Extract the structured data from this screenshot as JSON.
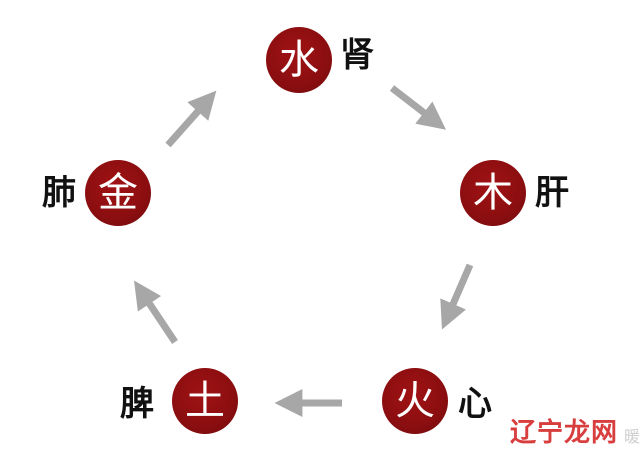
{
  "elements": {
    "water": {
      "char": "水",
      "organ": "肾"
    },
    "wood": {
      "char": "木",
      "organ": "肝"
    },
    "fire": {
      "char": "火",
      "organ": "心"
    },
    "earth": {
      "char": "土",
      "organ": "脾"
    },
    "metal": {
      "char": "金",
      "organ": "肺"
    }
  },
  "watermark": {
    "text": "辽宁龙网",
    "tail": "暖"
  },
  "colors": {
    "node_fill": "#8b0e10",
    "arrow": "#a7a7a7",
    "organ_text": "#111111",
    "watermark": "#d21d1d"
  }
}
